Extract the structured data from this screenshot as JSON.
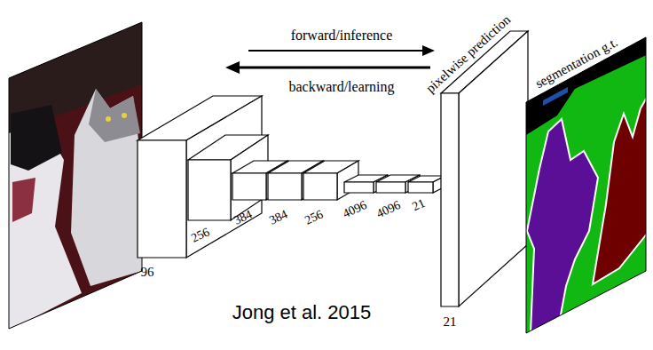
{
  "diagram": {
    "nodes": [
      {
        "text": [
          "96"
        ]
      },
      {
        "text": [
          "256"
        ]
      },
      {
        "text": [
          "384"
        ]
      },
      {
        "text": [
          "384"
        ]
      },
      {
        "text": [
          "256"
        ]
      },
      {
        "text": [
          "4096"
        ]
      },
      {
        "text": [
          "4096"
        ]
      },
      {
        "text": [
          "21"
        ]
      },
      {
        "text": [
          "pixelwise prediction",
          "21"
        ]
      },
      {
        "text": [
          "segmentation g.t."
        ]
      }
    ],
    "labels": [
      "forward/inference",
      "backward/learning",
      "Jong et al. 2015"
    ]
  }
}
